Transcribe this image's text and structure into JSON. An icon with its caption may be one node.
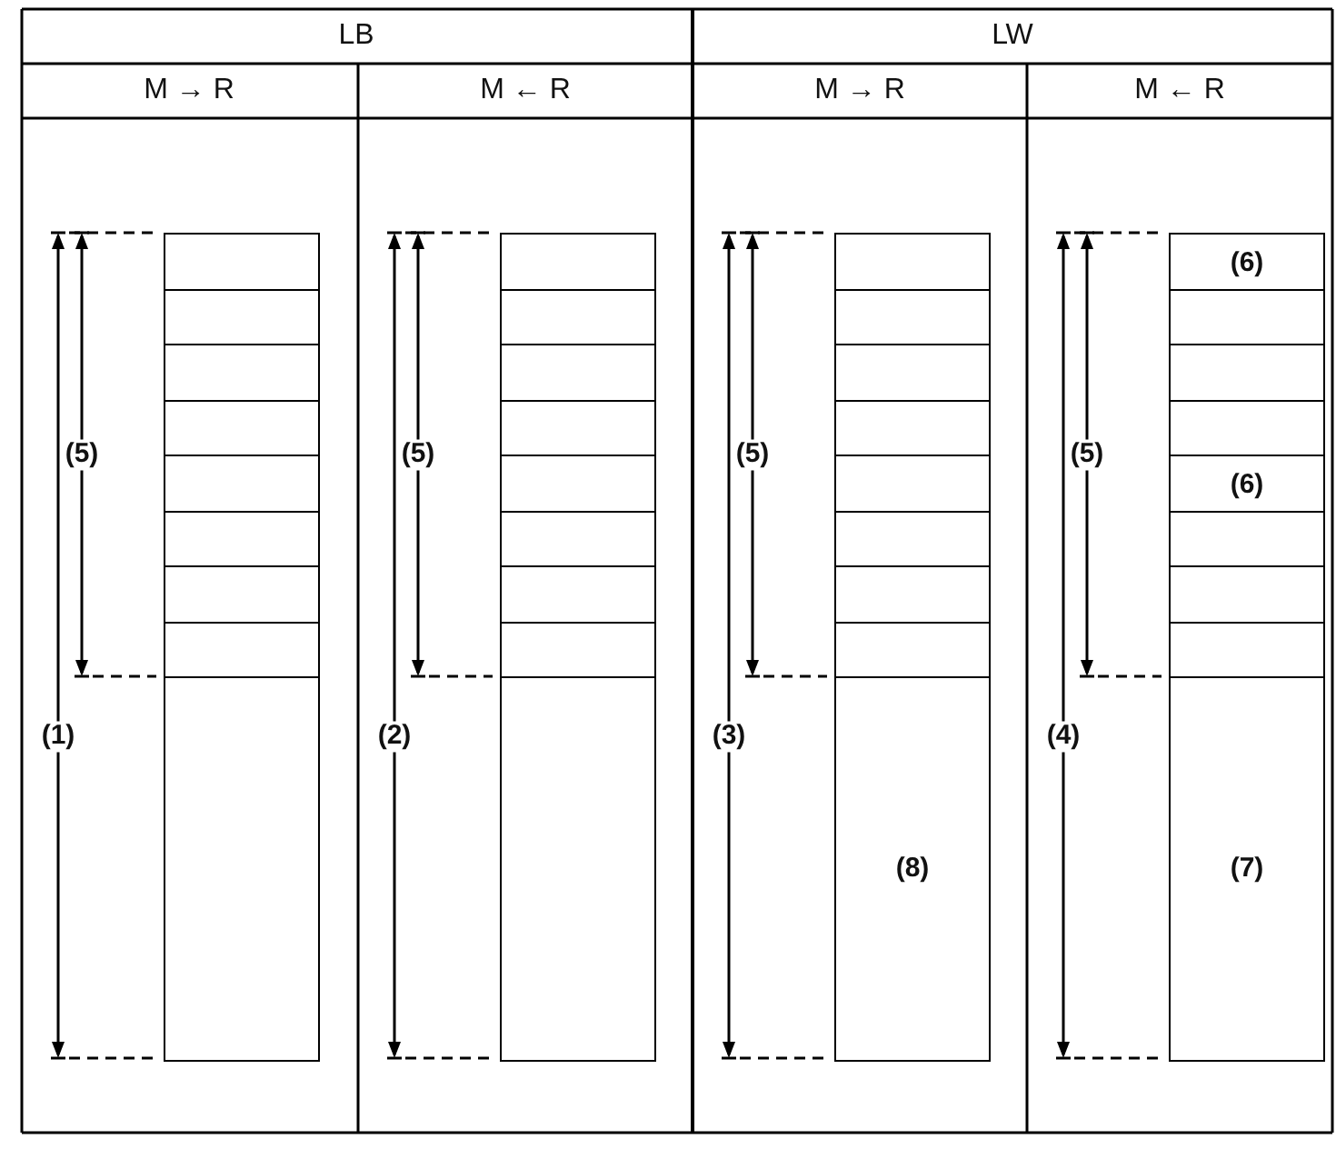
{
  "diagram": {
    "nodes": [
      {
        "text": [],
        "shape": "box"
      },
      {
        "text": [],
        "shape": "box"
      },
      {
        "text": [],
        "shape": "box"
      },
      {
        "text": [],
        "shape": "box"
      },
      {
        "text": [],
        "shape": "box"
      },
      {
        "text": [],
        "shape": "box"
      },
      {
        "text": [],
        "shape": "box"
      },
      {
        "text": [],
        "shape": "box"
      },
      {
        "text": [],
        "shape": "box"
      },
      {
        "text": [],
        "shape": "box"
      },
      {
        "text": [],
        "shape": "box"
      },
      {
        "text": [],
        "shape": "box"
      },
      {
        "text": [],
        "shape": "box"
      },
      {
        "text": [],
        "shape": "box"
      },
      {
        "text": [],
        "shape": "box"
      },
      {
        "text": [],
        "shape": "box"
      },
      {
        "text": [],
        "shape": "box"
      },
      {
        "text": [],
        "shape": "box"
      },
      {
        "text": [],
        "shape": "box"
      },
      {
        "text": [],
        "shape": "box"
      },
      {
        "text": [],
        "shape": "box"
      },
      {
        "text": [],
        "shape": "box"
      },
      {
        "text": [],
        "shape": "box"
      },
      {
        "text": [],
        "shape": "box"
      },
      {
        "text": [],
        "shape": "box"
      },
      {
        "text": [],
        "shape": "box"
      },
      {
        "text": [
          "(8)"
        ]
      },
      {
        "text": [
          "(6)"
        ]
      },
      {
        "text": [],
        "shape": "box"
      },
      {
        "text": [],
        "shape": "box"
      },
      {
        "text": [],
        "shape": "box"
      },
      {
        "text": [
          "(6)"
        ]
      },
      {
        "text": [],
        "shape": "box"
      },
      {
        "text": [],
        "shape": "box"
      },
      {
        "text": [],
        "shape": "box"
      },
      {
        "text": [
          "(7)"
        ]
      }
    ],
    "labels": [
      "LB",
      "LW",
      "M → R",
      "M ← R",
      "M → R",
      "M ← R",
      "(5)",
      "(5)",
      "(5)",
      "(5)",
      "(1)",
      "(2)",
      "(3)",
      "(4)"
    ]
  }
}
